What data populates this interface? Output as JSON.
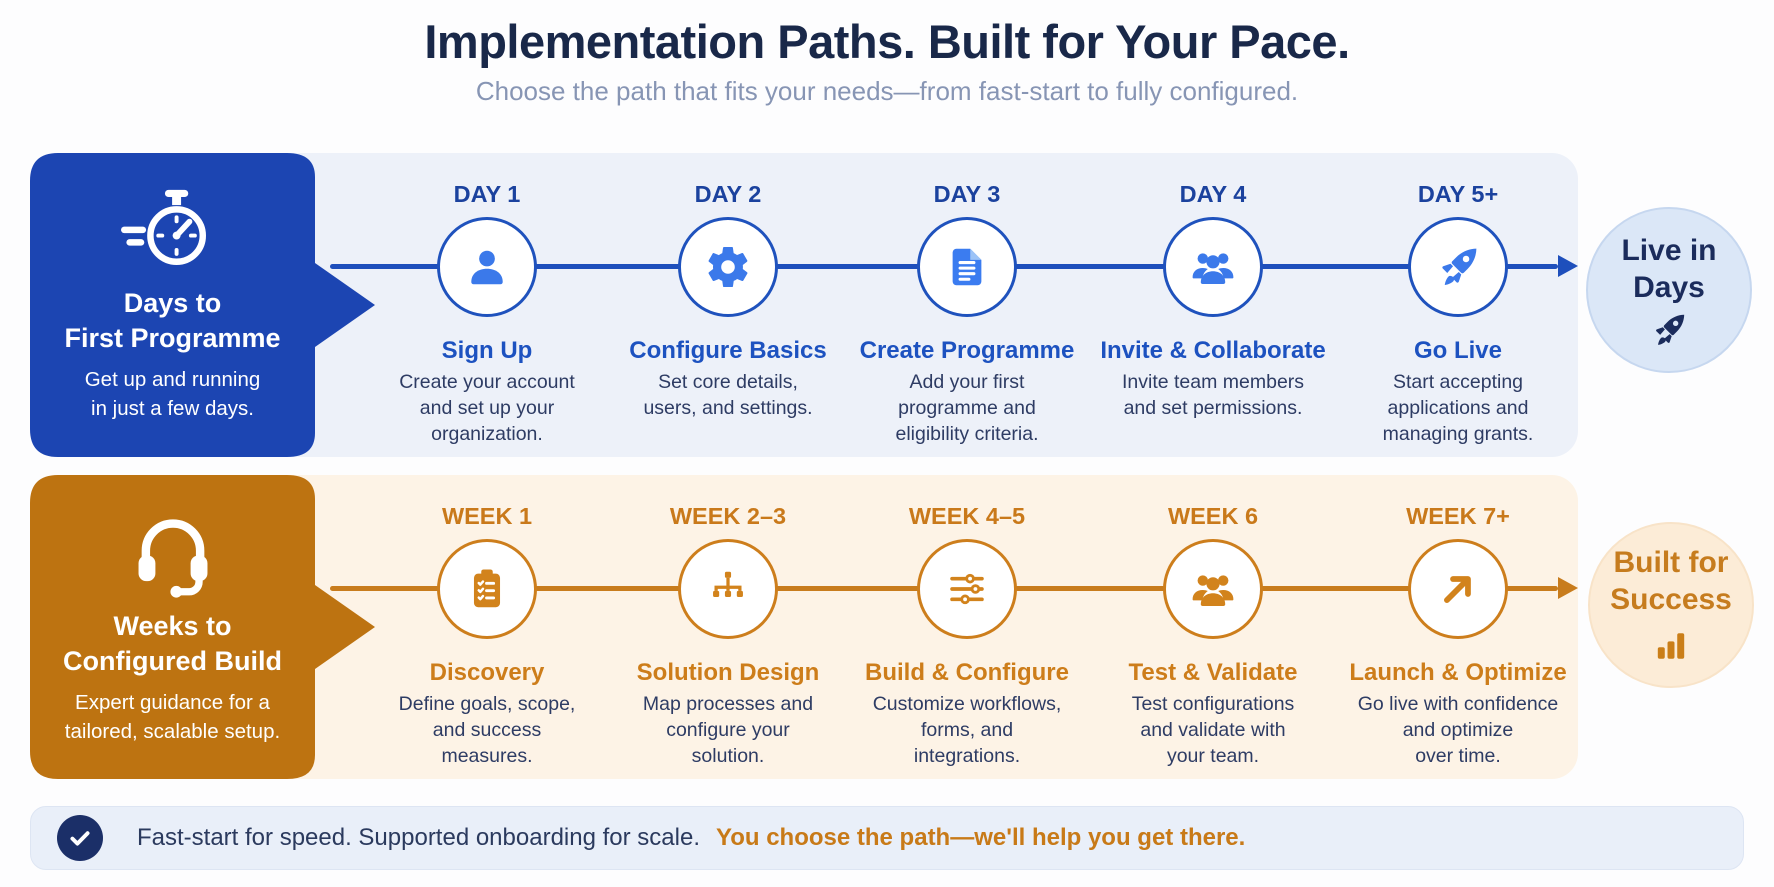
{
  "header": {
    "title": "Implementation Paths. Built for Your Pace.",
    "subtitle": "Choose the path that fits your needs—from fast-start to fully configured."
  },
  "rows": [
    {
      "name": "fast-start",
      "panel": {
        "icon": "stopwatch-icon",
        "title": [
          "Days to",
          "First Programme"
        ],
        "subtitle": [
          "Get up and running",
          "in just a few days."
        ]
      },
      "steps": [
        {
          "label": "DAY 1",
          "icon": "user-icon",
          "title": "Sign Up",
          "desc": [
            "Create your account",
            "and set up your",
            "organization."
          ]
        },
        {
          "label": "DAY 2",
          "icon": "gear-icon",
          "title": "Configure Basics",
          "desc": [
            "Set core details,",
            "users, and settings."
          ]
        },
        {
          "label": "DAY 3",
          "icon": "document-icon",
          "title": "Create Programme",
          "desc": [
            "Add your first",
            "programme and",
            "eligibility criteria."
          ]
        },
        {
          "label": "DAY 4",
          "icon": "team-icon",
          "title": "Invite & Collaborate",
          "desc": [
            "Invite team members",
            "and set permissions."
          ]
        },
        {
          "label": "DAY 5+",
          "icon": "rocket-icon",
          "title": "Go Live",
          "desc": [
            "Start accepting",
            "applications and",
            "managing grants."
          ]
        }
      ],
      "outcome": {
        "icon": "rocket-icon",
        "text": [
          "Live in",
          "Days"
        ]
      }
    },
    {
      "name": "configured-build",
      "panel": {
        "icon": "headset-icon",
        "title": [
          "Weeks to",
          "Configured Build"
        ],
        "subtitle": [
          "Expert guidance for a",
          "tailored, scalable setup."
        ]
      },
      "steps": [
        {
          "label": "WEEK 1",
          "icon": "clipboard-icon",
          "title": "Discovery",
          "desc": [
            "Define goals, scope,",
            "and success",
            "measures."
          ]
        },
        {
          "label": "WEEK 2–3",
          "icon": "org-chart-icon",
          "title": "Solution Design",
          "desc": [
            "Map processes and",
            "configure your",
            "solution."
          ]
        },
        {
          "label": "WEEK 4–5",
          "icon": "sliders-icon",
          "title": "Build & Configure",
          "desc": [
            "Customize workflows,",
            "forms, and",
            "integrations."
          ]
        },
        {
          "label": "WEEK 6",
          "icon": "team-icon",
          "title": "Test & Validate",
          "desc": [
            "Test configurations",
            "and validate with",
            "your team."
          ]
        },
        {
          "label": "WEEK 7+",
          "icon": "arrow-up-right-icon",
          "title": "Launch & Optimize",
          "desc": [
            "Go live with confidence",
            "and optimize",
            "over time."
          ]
        }
      ],
      "outcome": {
        "icon": "bar-chart-icon",
        "text": [
          "Built for",
          "Success"
        ]
      }
    }
  ],
  "footer": {
    "icon": "check-icon",
    "text": "Fast-start for speed. Supported onboarding for scale.",
    "highlight": "You choose the path—we'll help you get there."
  },
  "colors": {
    "blue_panel": "#1c45b2",
    "blue_accent": "#1e4fbc",
    "blue_icon": "#3b79ea",
    "blue_row_bg": "#edf1f9",
    "outcome_blue_bg": "#dbe7f7",
    "orange_panel": "#bd7311",
    "orange_accent": "#c87c1d",
    "orange_icon": "#d2831c",
    "orange_row_bg": "#fdf3e6",
    "outcome_orange_bg": "#fcecd7",
    "navy_text": "#192849",
    "desc_text": "#2e3c64",
    "footer_bg": "#e9eff9",
    "footer_check_bg": "#1b2f68"
  }
}
